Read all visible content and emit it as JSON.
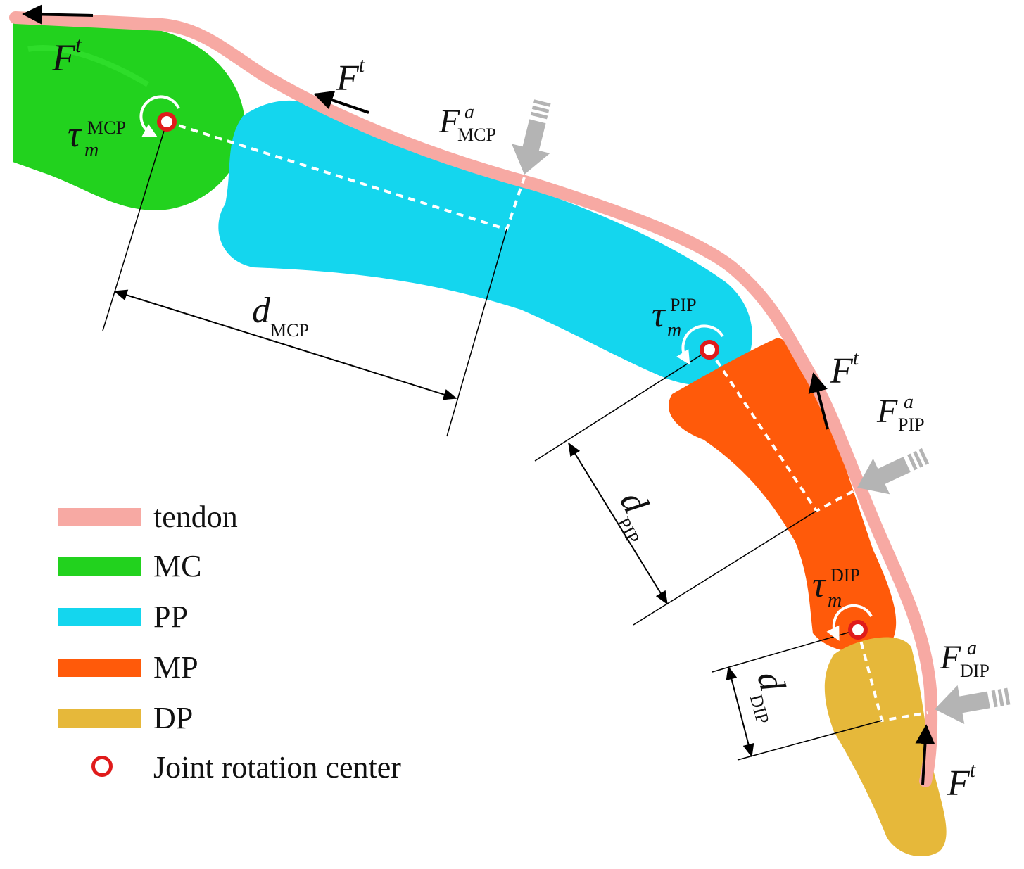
{
  "colors": {
    "tendon": "#f7a9a3",
    "MC": "#22d21e",
    "PP": "#14d6ee",
    "MP": "#ff5a0a",
    "DP": "#e6b83a",
    "joint": "#e01b1b",
    "force_arrow": "#b4b4b4"
  },
  "labels": {
    "F": "F",
    "t": "t",
    "a": "a",
    "tau": "τ",
    "m": "m",
    "d": "d",
    "MCP": "MCP",
    "PIP": "PIP",
    "DIP": "DIP"
  },
  "legend": [
    {
      "label": "tendon",
      "color_key": "tendon"
    },
    {
      "label": "MC",
      "color_key": "MC"
    },
    {
      "label": "PP",
      "color_key": "PP"
    },
    {
      "label": "MP",
      "color_key": "MP"
    },
    {
      "label": "DP",
      "color_key": "DP"
    },
    {
      "label": "Joint rotation center",
      "color_key": "joint"
    }
  ],
  "icons": [
    "joint-rotation-center-icon",
    "rotation-arrow-icon",
    "force-arrow-icon",
    "tendon-force-arrow-icon"
  ]
}
